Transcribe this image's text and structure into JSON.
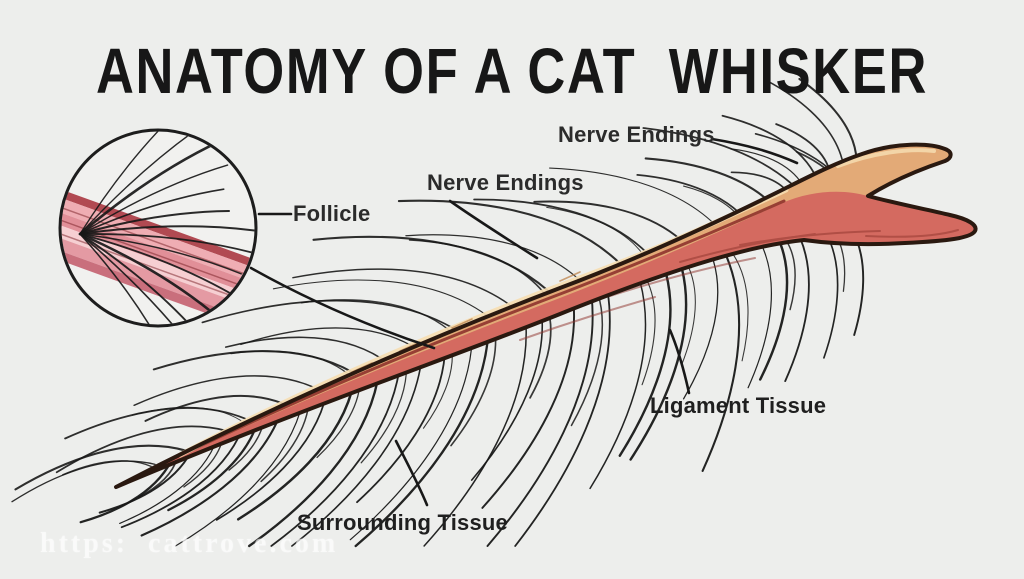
{
  "title": "ANATOMY OF A CAT  WHISKER",
  "labels": {
    "nerve_endings_top": "Nerve Endings",
    "nerve_endings_mid": "Nerve Endings",
    "follicle": "Follicle",
    "ligament_tissue": "Ligament Tissue",
    "surrounding_tissue": "Surrounding Tissue"
  },
  "watermark": "https:  cattrove.com",
  "colors": {
    "background": "#edeeec",
    "title_text": "#171717",
    "label_text": "#2b2b2b",
    "outline": "#2a1910",
    "hair": "#181818",
    "whisker_tan": "#e3aa77",
    "whisker_highlight": "#f6ddb0",
    "whisker_red": "#d46a60",
    "whisker_red_dark": "#8e332c",
    "inset_bg": "#f1f1ef",
    "watermark_text": "rgba(255,255,255,0.6)",
    "inset_stripes": [
      "#b14a52",
      "#efadb3",
      "#e18f98",
      "#f6cfd2",
      "#e49aa3",
      "#c96f7c"
    ]
  }
}
